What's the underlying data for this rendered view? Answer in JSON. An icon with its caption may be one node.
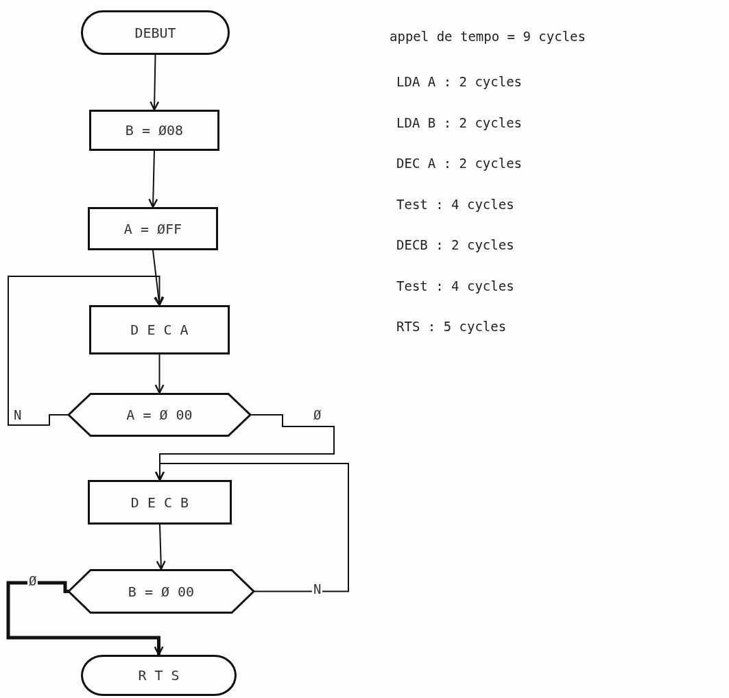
{
  "diagram": {
    "nodes": [
      {
        "text": [
          "DEBUT"
        ]
      },
      {
        "text": [
          "B = Ø08"
        ]
      },
      {
        "text": [
          "A = ØFF"
        ]
      },
      {
        "text": [
          "D E C A"
        ]
      },
      {
        "text": [
          "A = Ø 00"
        ]
      },
      {
        "text": [
          "D E C B"
        ]
      },
      {
        "text": [
          "B = Ø 00"
        ]
      },
      {
        "text": [
          "R T S"
        ]
      }
    ],
    "edges": [
      {
        "from": 0,
        "to": 1,
        "arrow": "to"
      },
      {
        "from": 1,
        "to": 2,
        "arrow": "to"
      },
      {
        "from": 2,
        "to": 3,
        "arrow": "to"
      },
      {
        "from": 3,
        "to": 4,
        "arrow": "to"
      },
      {
        "from": 4,
        "to": 3,
        "arrow": "to",
        "label": "N"
      },
      {
        "from": 4,
        "to": 5,
        "arrow": "to",
        "label": "Ø"
      },
      {
        "from": 5,
        "to": 6,
        "arrow": "to"
      },
      {
        "from": 6,
        "to": 5,
        "arrow": "to",
        "label": "N"
      },
      {
        "from": 6,
        "to": 7,
        "arrow": "to",
        "label": "Ø",
        "style": "thick"
      }
    ],
    "labels": [
      "appel de tempo = 9 cycles",
      "LDA A : 2 cycles",
      "LDA B : 2 cycles",
      "DEC A : 2 cycles",
      "Test : 4 cycles",
      "DECB : 2 cycles",
      "Test : 4 cycles",
      "RTS : 5 cycles"
    ]
  }
}
